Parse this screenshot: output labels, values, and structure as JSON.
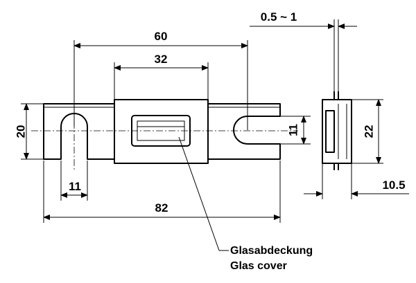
{
  "dimensions": {
    "width_60": "60",
    "width_32": "32",
    "width_82": "82",
    "slot_11_bottom": "11",
    "height_20": "20",
    "slot_11_right": "11",
    "height_22": "22",
    "depth_10_5": "10.5",
    "thickness_range": "0.5 ~ 1"
  },
  "labels": {
    "cover_de": "Glasabdeckung",
    "cover_en": "Glas cover"
  },
  "colors": {
    "line": "#000000",
    "background": "#ffffff"
  }
}
